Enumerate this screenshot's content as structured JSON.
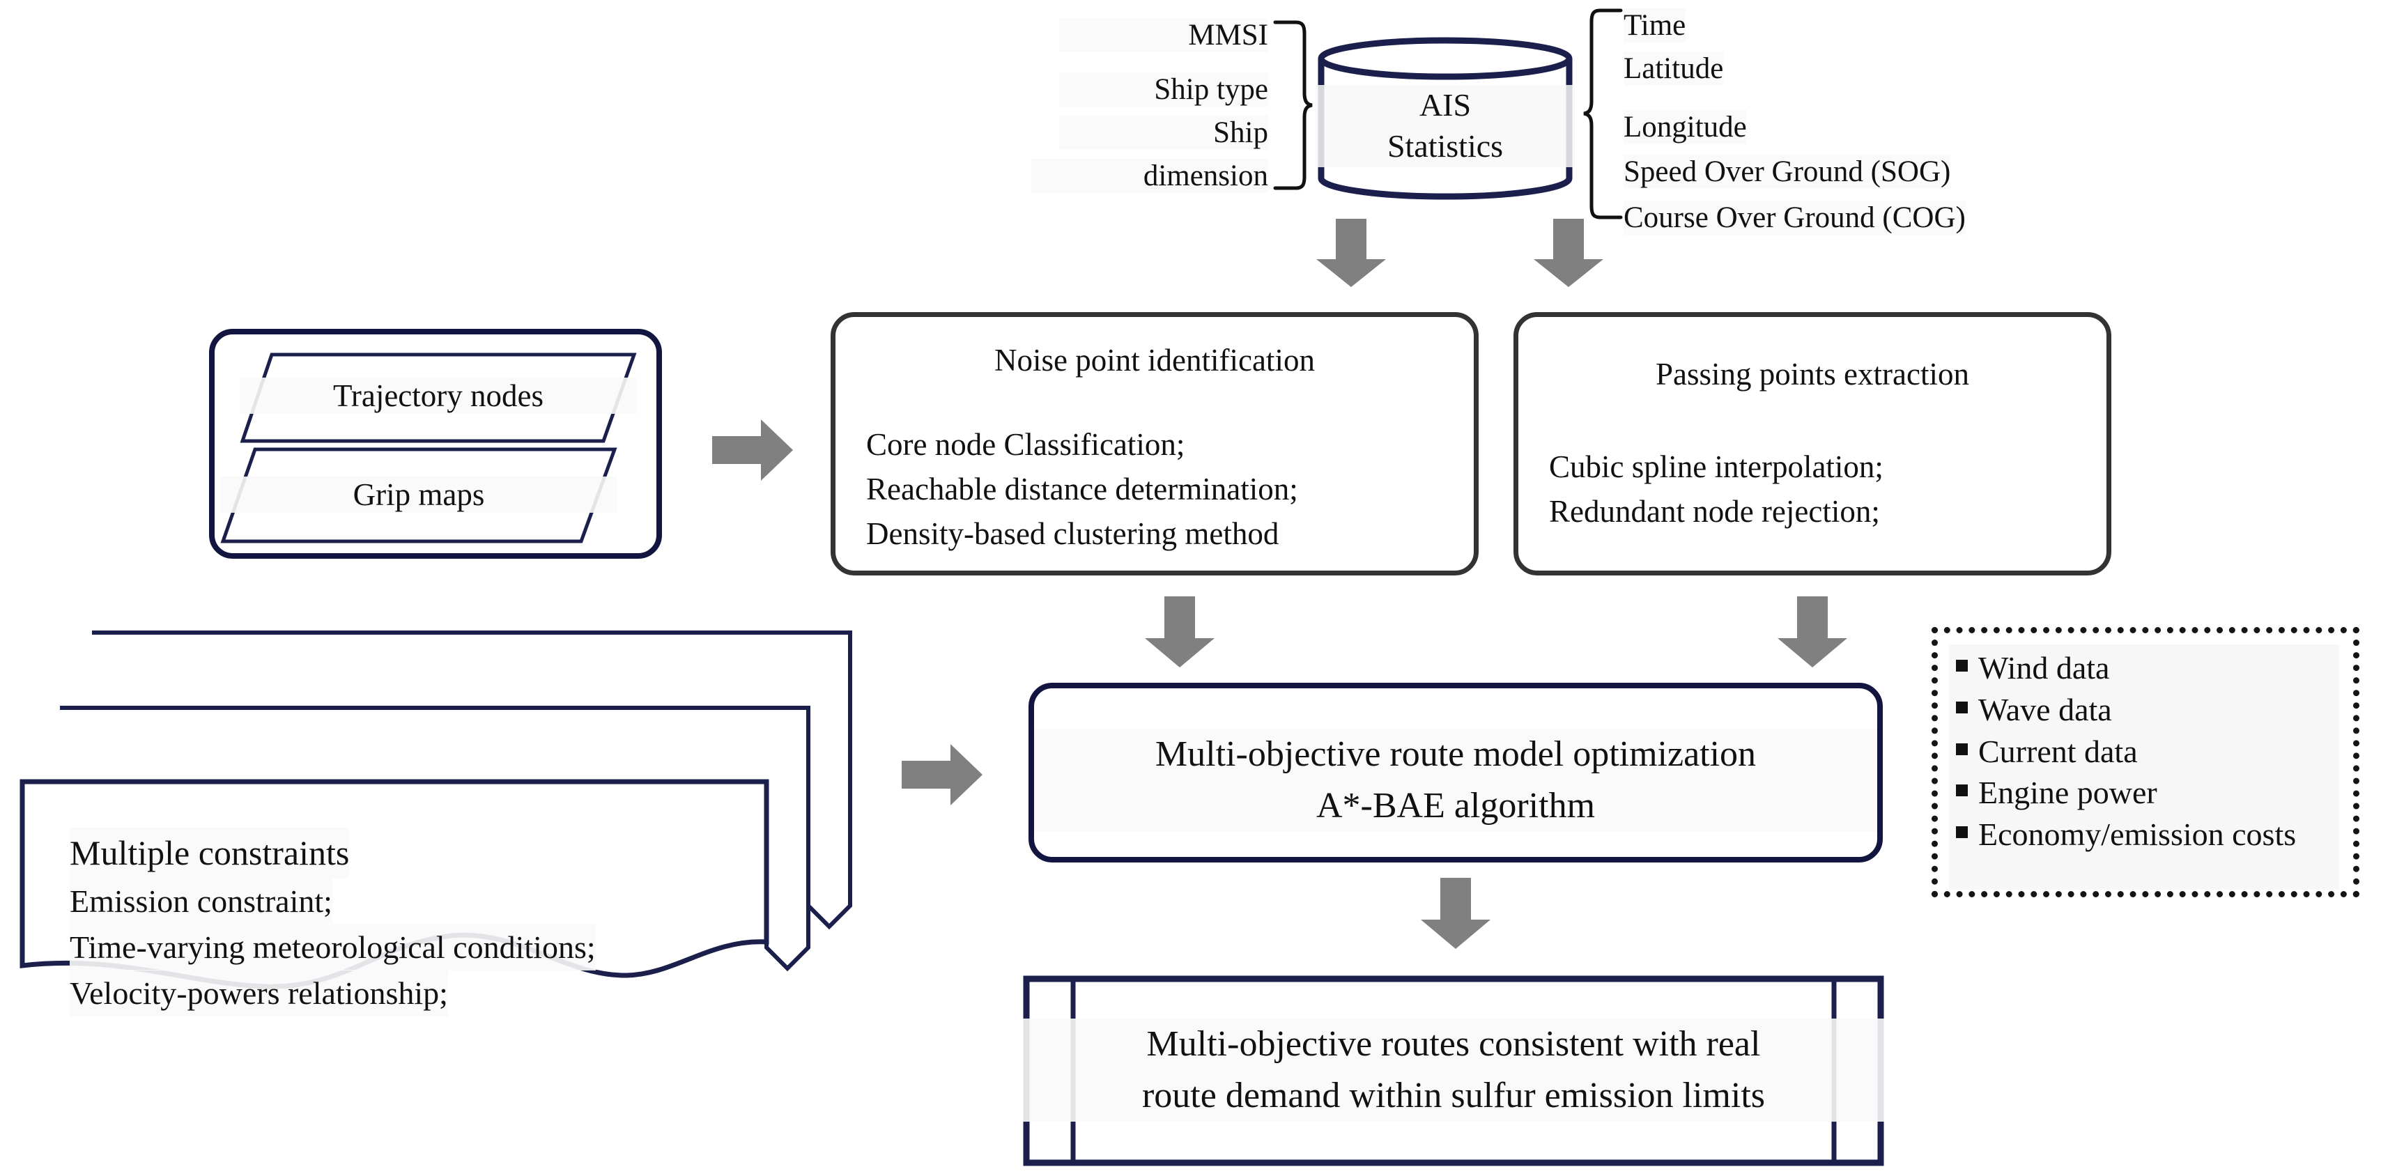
{
  "colors": {
    "navy": "#121540",
    "dark_outline": "#333333",
    "arrow_gray": "#808080",
    "page_bg": "#ffffff",
    "text": "#111111"
  },
  "database": {
    "name": "AIS\nStatistics",
    "title_line1": "AIS",
    "title_line2": "Statistics",
    "left_fields": [
      "MMSI",
      "Ship type",
      "Ship",
      "dimension"
    ],
    "right_fields": [
      "Time",
      "Latitude",
      "Longitude",
      "Speed Over Ground (SOG)",
      "Course Over Ground (COG)"
    ]
  },
  "inputs_box": {
    "items": [
      "Trajectory nodes",
      "Grip maps"
    ]
  },
  "noise_box": {
    "title": "Noise point identification",
    "items": [
      "Core node Classification;",
      "Reachable distance determination;",
      "Density-based clustering method"
    ]
  },
  "passing_box": {
    "title": "Passing points extraction",
    "items": [
      "Cubic spline interpolation;",
      "Redundant node rejection;"
    ]
  },
  "constraints_doc": {
    "heading": "Multiple constraints",
    "items": [
      "Emission constraint;",
      "Time-varying meteorological conditions;",
      "Velocity-powers relationship;"
    ]
  },
  "model_box": {
    "line1": "Multi-objective  route model optimization",
    "line2": "A*-BAE algorithm"
  },
  "env_panel": {
    "items": [
      "Wind data",
      "Wave data",
      "Current data",
      "Engine power",
      "Economy/emission costs"
    ]
  },
  "result_box": {
    "line1": "Multi-objective routes consistent with real",
    "line2": "route demand within sulfur emission limits"
  },
  "icons": {
    "arrow_down": "down-arrow-icon",
    "arrow_right": "right-arrow-icon",
    "brace_left": "left-brace-icon",
    "brace_right": "right-brace-icon",
    "cylinder": "database-cylinder-icon",
    "parallelogram": "parallelogram-icon",
    "document_stack": "document-stack-icon",
    "bullet": "square-bullet-icon"
  }
}
